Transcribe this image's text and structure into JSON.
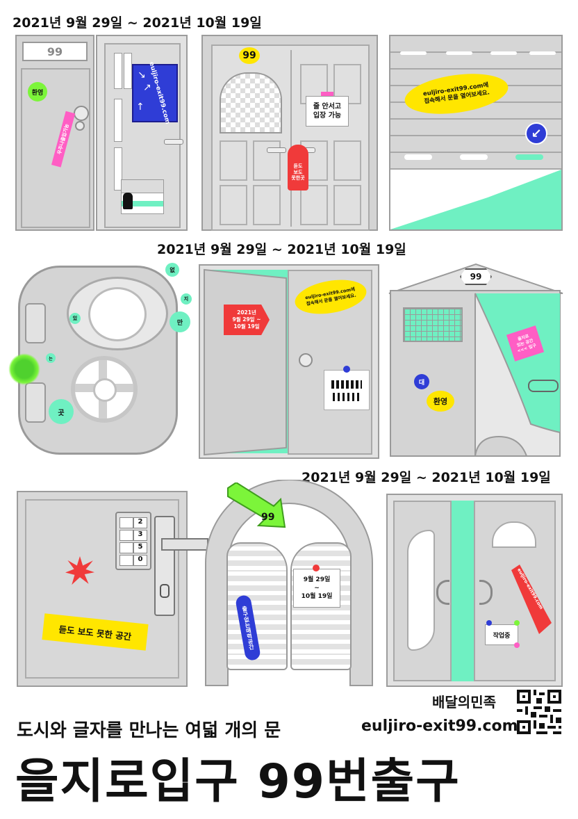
{
  "dates": {
    "row1": "2021년 9월 29일 ~ 2021년 10월 19일",
    "row2": "2021년 9월 29일 ~ 2021년 10월 19일",
    "row3": "2021년 9월 29일 ~ 2021년 10월 19일"
  },
  "door1": {
    "number": "99",
    "welcome": "환영",
    "vertical_sticker": "우주나출입가능"
  },
  "door2": {
    "url_sign": "euljiro-exit99.com"
  },
  "door3": {
    "number": "99",
    "queue_note": "줄 안서고\n입장 가능",
    "hanger": "듣도\n보도\n못한곳"
  },
  "door4": {
    "bubble": "euljiro-exit99.com에\n접속해서 문을 열어보세요."
  },
  "door5": {
    "letters": [
      "없",
      "지",
      "만",
      "있",
      "는",
      "곳"
    ]
  },
  "door6": {
    "date_tag": "2021년\n9월 29일 ~\n10월 19일",
    "bubble": "euljiro-exit99.com에\n접속해서 문을 열어보세요."
  },
  "door7": {
    "number": "99",
    "pink_tag": "을지로\n있는 공간\n<<< 입구",
    "dae": "대",
    "welcome": "환영"
  },
  "door8": {
    "keypad": [
      "2",
      "3",
      "5",
      "0"
    ],
    "banner": "듣도 보도 못한 공간"
  },
  "door9": {
    "number": "99",
    "note": "9월 29일\n~\n10월 19일",
    "pill": "출구없는매력공간"
  },
  "door10": {
    "red_tag": "euljiro-exit99.com",
    "note": "작업중"
  },
  "footer": {
    "subtitle": "도시와 글자를 만나는 여덟 개의 문",
    "brand": "배달의민족",
    "url": "euljiro-exit99.com",
    "title": "을지로입구 99번출구"
  },
  "colors": {
    "mint": "#6ff0c2",
    "blue": "#2f3dd6",
    "yellow": "#ffe600",
    "red": "#f03a3a",
    "pink": "#ff5ec4",
    "lime": "#7cf53a",
    "grey": "#d4d4d4"
  }
}
